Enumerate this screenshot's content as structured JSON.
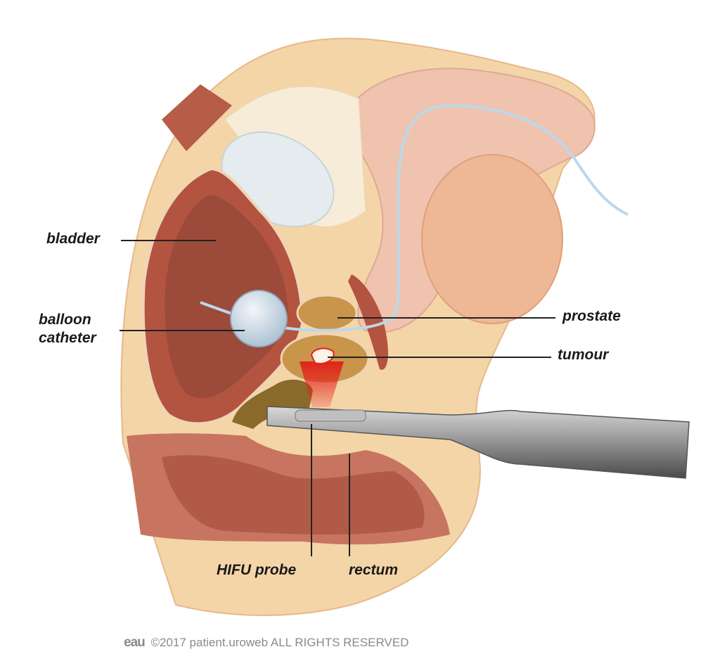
{
  "title": "HIFU treatment of prostate cancer",
  "labels": {
    "bladder": "bladder",
    "balloon_catheter_line1": "balloon",
    "balloon_catheter_line2": "catheter",
    "prostate": "prostate",
    "tumour": "tumour",
    "hifu_probe": "HIFU probe",
    "rectum": "rectum"
  },
  "footer": {
    "logo": "eau",
    "text": "©2017 patient.uroweb ALL RIGHTS RESERVED"
  },
  "colors": {
    "skin": "#f4d5a8",
    "tissue_pink": "#efc3ae",
    "bladder_wall": "#b2543f",
    "bladder_cavity": "#9c4a3a",
    "prostate": "#c8954a",
    "beam": "#e2231a",
    "probe": "#8d8d8d",
    "catheter": "#bcd8ea"
  }
}
